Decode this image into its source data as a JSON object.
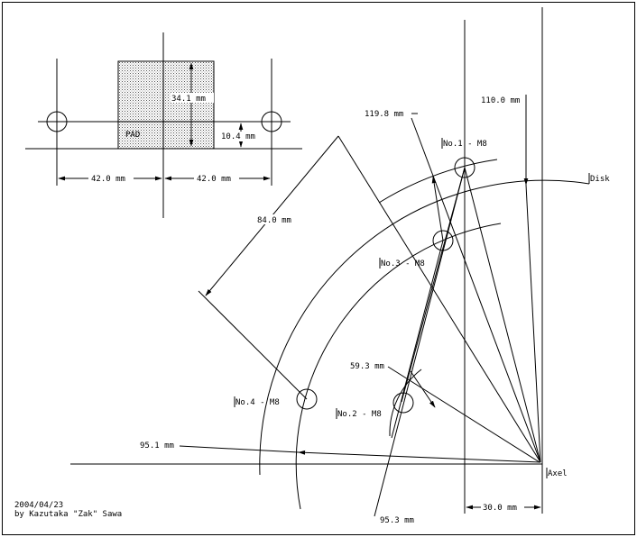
{
  "pad_detail": {
    "height_dim": "34.1 mm",
    "offset_dim": "10.4 mm",
    "pad_label": "PAD",
    "left_dim": "42.0 mm",
    "right_dim": "42.0 mm"
  },
  "main": {
    "disk_label": "Disk",
    "axel_label": "Axel",
    "hole1": "No.1 - M8",
    "hole2": "No.2 - M8",
    "hole3": "No.3 - M8",
    "hole4": "No.4 - M8",
    "dim_119_8": "119.8 mm",
    "dim_110_0": "110.0 mm",
    "dim_84_0": "84.0 mm",
    "dim_59_3": "59.3 mm",
    "dim_95_1": "95.1 mm",
    "dim_95_3": "95.3 mm",
    "dim_30_0": "30.0 mm"
  },
  "credit": {
    "date": "2004/04/23",
    "author": "by Kazutaka \"Zak\" Sawa"
  },
  "colors": {
    "line": "#000000",
    "background": "#ffffff",
    "pad_fill": "#c8c8c8"
  }
}
